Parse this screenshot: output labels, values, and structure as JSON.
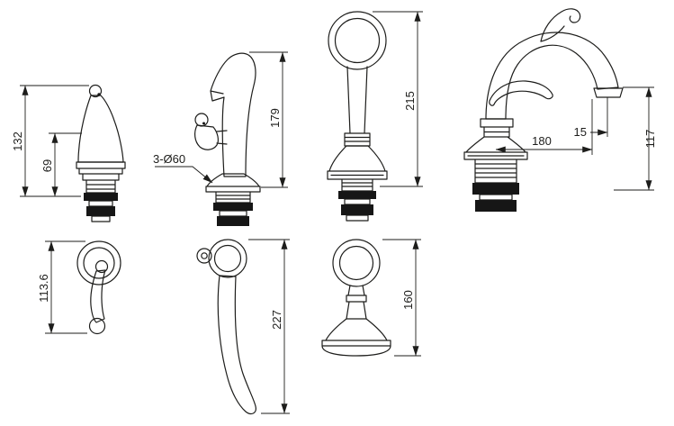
{
  "style": {
    "background": "#ffffff",
    "line_color": "#1d1d1b"
  },
  "views": {
    "handle_front": {
      "dim_overall": "132",
      "dim_upper": "69"
    },
    "spout_front": {
      "dim_height": "179",
      "note_holes": "3-Ø60"
    },
    "hand_shower_front": {
      "dim_height": "215"
    },
    "tub_spout_side": {
      "dim_reach": "180",
      "dim_offset": "15",
      "dim_height": "117"
    },
    "handle_side": {
      "dim_length": "113.6"
    },
    "lever_side": {
      "dim_length": "227"
    },
    "cradle_front": {
      "dim_height": "160"
    }
  }
}
